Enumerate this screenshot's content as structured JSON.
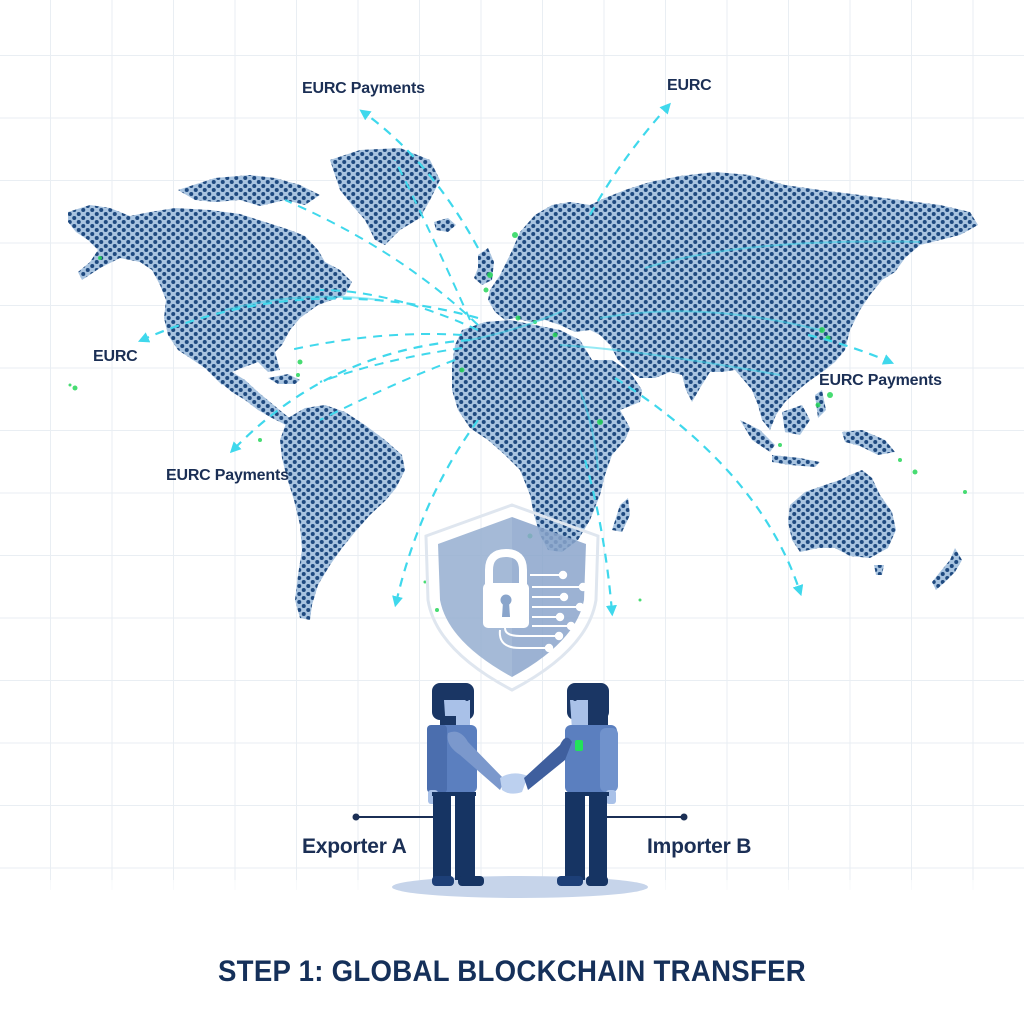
{
  "colors": {
    "land": "#1f4a80",
    "land_hex_stroke": "#a9c4e0",
    "arc": "#3fd8ec",
    "highlight_green": "#27d65a",
    "text_dark": "#1b2f55",
    "shield": "#8da7cb",
    "figure_shirt": "#5b7fbf",
    "figure_pants": "#163463",
    "figure_hair": "#1a3664",
    "figure_skin": "#a9c1e8",
    "badge_green": "#22e25a",
    "grid": "#e9eef3"
  },
  "map": {
    "labels": [
      {
        "id": "label-top-left",
        "text": "EURC Payments"
      },
      {
        "id": "label-top-right",
        "text": "EURC"
      },
      {
        "id": "label-left",
        "text": "EURC"
      },
      {
        "id": "label-right",
        "text": "EURC Payments"
      },
      {
        "id": "label-bottom-left",
        "text": "EURC Payments"
      }
    ]
  },
  "icons": {
    "shield": "shield-lock-icon",
    "lock": "padlock-icon",
    "circuit": "circuit-lines-icon"
  },
  "parties": {
    "exporter": "Exporter A",
    "importer": "Importer B"
  },
  "footer": {
    "title": "STEP 1: GLOBAL BLOCKCHAIN TRANSFER"
  }
}
